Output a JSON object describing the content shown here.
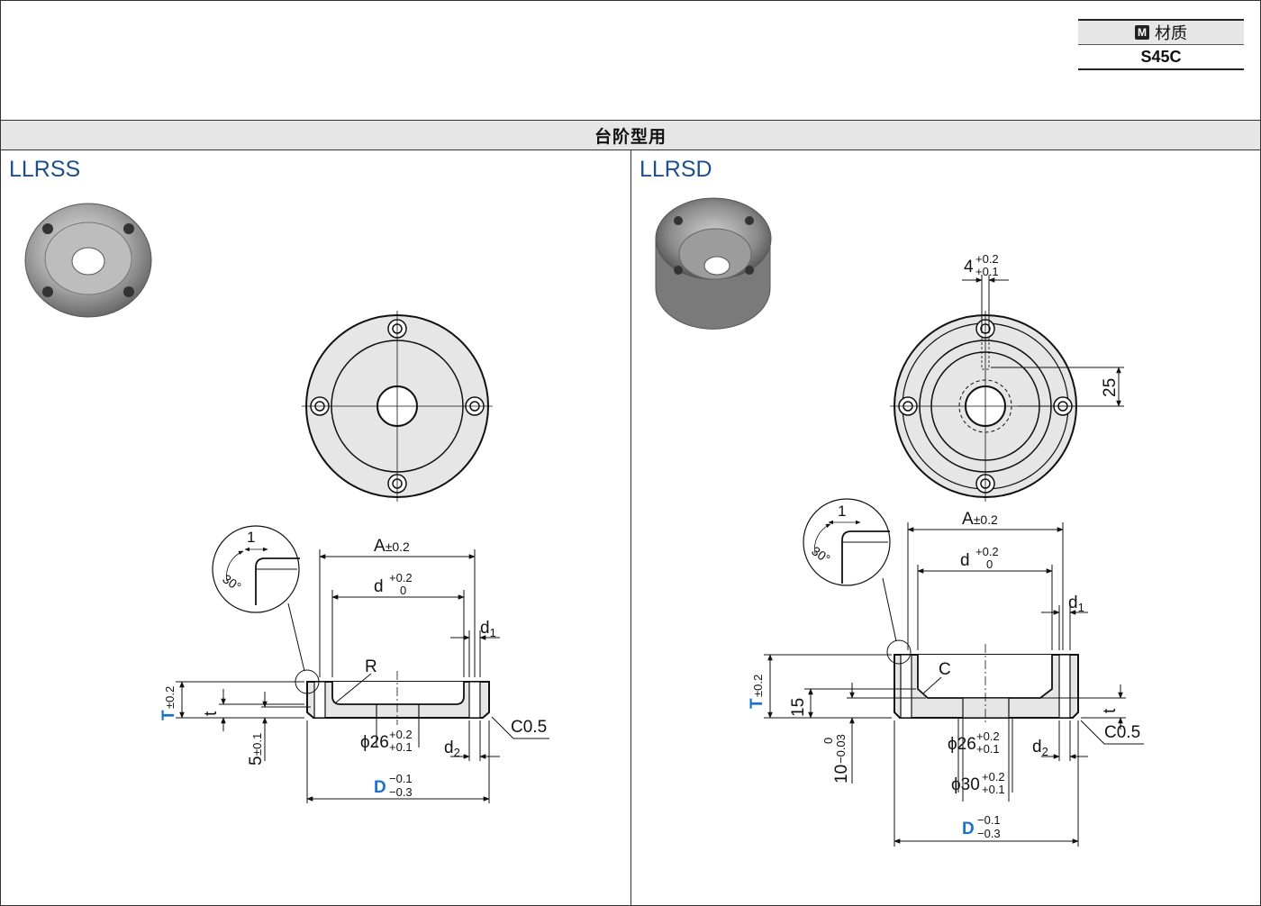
{
  "material": {
    "icon": "M",
    "label": "材质",
    "value": "S45C"
  },
  "section_title": "台阶型用",
  "left": {
    "title": "LLRSS",
    "dims": {
      "A": "A",
      "A_tol": "±0.2",
      "d": "d",
      "d_tol_top": "+0.2",
      "d_tol_bot": "0",
      "d1": "d",
      "d1_sub": "1",
      "R": "R",
      "T": "T",
      "T_tol": "±0.2",
      "t": "t",
      "five": "5",
      "five_tol": "±0.1",
      "phi26": "ϕ26",
      "phi26_tol_top": "+0.2",
      "phi26_tol_bot": "+0.1",
      "d2": "d",
      "d2_sub": "2",
      "c05": "C0.5",
      "D": "D",
      "D_tol_top": "−0.1",
      "D_tol_bot": "−0.3",
      "det1": "1",
      "det30": "30°"
    }
  },
  "right": {
    "title": "LLRSD",
    "dims": {
      "four": "4",
      "four_tol_top": "+0.2",
      "four_tol_bot": "+0.1",
      "twentyfive": "25",
      "A": "A",
      "A_tol": "±0.2",
      "d": "d",
      "d_tol_top": "+0.2",
      "d_tol_bot": "0",
      "d1": "d",
      "d1_sub": "1",
      "C": "C",
      "T": "T",
      "T_tol": "±0.2",
      "fifteen": "15",
      "t": "t",
      "ten": "10",
      "ten_tol_top": "0",
      "ten_tol_bot": "−0.03",
      "phi26": "ϕ26",
      "phi26_tol_top": "+0.2",
      "phi26_tol_bot": "+0.1",
      "phi30": "ϕ30",
      "phi30_tol_top": "+0.2",
      "phi30_tol_bot": "+0.1",
      "d2": "d",
      "d2_sub": "2",
      "c05": "C0.5",
      "D": "D",
      "D_tol_top": "−0.1",
      "D_tol_bot": "−0.3",
      "det1": "1",
      "det30": "30°"
    }
  },
  "colors": {
    "title_blue": "#1f4e8c",
    "dim_blue": "#1a73c8",
    "part_gray": "#e6e6e6"
  }
}
